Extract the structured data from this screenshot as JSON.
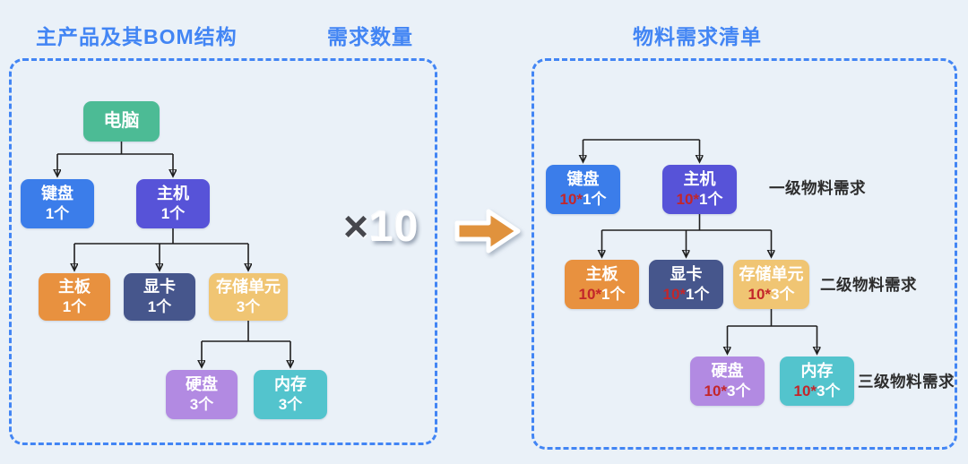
{
  "titles": {
    "left": "主产品及其BOM结构",
    "middle": "需求数量",
    "right": "物料需求清单"
  },
  "multiplier": {
    "sign": "×",
    "value": "10"
  },
  "left_panel": {
    "nodes": {
      "computer": {
        "label": "电脑"
      },
      "keyboard": {
        "label": "键盘",
        "qty": "1个"
      },
      "host": {
        "label": "主机",
        "qty": "1个"
      },
      "motherboard": {
        "label": "主板",
        "qty": "1个"
      },
      "gpu": {
        "label": "显卡",
        "qty": "1个"
      },
      "storage": {
        "label": "存储单元",
        "qty": "3个"
      },
      "hdd": {
        "label": "硬盘",
        "qty": "3个"
      },
      "ram": {
        "label": "内存",
        "qty": "3个"
      }
    }
  },
  "right_panel": {
    "nodes": {
      "keyboard": {
        "label": "键盘",
        "qty_mult": "10*",
        "qty": "1个"
      },
      "host": {
        "label": "主机",
        "qty_mult": "10*",
        "qty": "1个"
      },
      "motherboard": {
        "label": "主板",
        "qty_mult": "10*",
        "qty": "1个"
      },
      "gpu": {
        "label": "显卡",
        "qty_mult": "10*",
        "qty": "1个"
      },
      "storage": {
        "label": "存储单元",
        "qty_mult": "10*",
        "qty": "3个"
      },
      "hdd": {
        "label": "硬盘",
        "qty_mult": "10*",
        "qty": "3个"
      },
      "ram": {
        "label": "内存",
        "qty_mult": "10*",
        "qty": "3个"
      }
    },
    "level_labels": {
      "level1": "一级物料需求",
      "level2": "二级物料需求",
      "level3": "三级物料需求"
    }
  },
  "colors": {
    "bg": "#eaf1f8",
    "accent-blue": "#4285f4",
    "line": "#1f1f1f",
    "label-text": "#2d2d2d",
    "red-qty": "#c3262a",
    "node-computer": "#4cbb95",
    "node-keyboard": "#3b7dea",
    "node-host": "#5753d8",
    "node-motherboard": "#e8913f",
    "node-gpu": "#46568c",
    "node-storage": "#f0c573",
    "node-hdd": "#b28ae2",
    "node-ram": "#53c4cd",
    "arrow-orange": "#e0923c",
    "times-dark": "#46474d"
  }
}
